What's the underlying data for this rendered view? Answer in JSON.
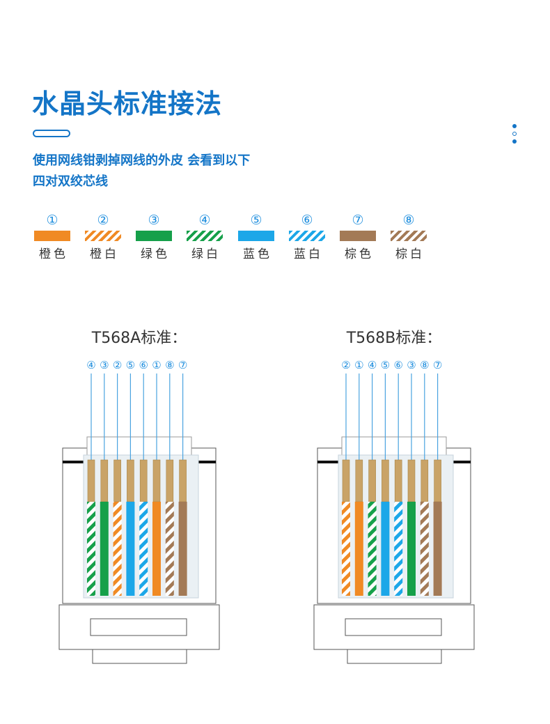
{
  "title": "水晶头标准接法",
  "description": {
    "line1": "使用网线钳剥掉网线的外皮 会看到以下",
    "line2": "四对双绞芯线"
  },
  "wires": [
    {
      "id": 1,
      "num": "①",
      "label": "橙色",
      "color": "#f08a24",
      "striped": false
    },
    {
      "id": 2,
      "num": "②",
      "label": "橙白",
      "color": "#f08a24",
      "striped": true
    },
    {
      "id": 3,
      "num": "③",
      "label": "绿色",
      "color": "#16a04a",
      "striped": false
    },
    {
      "id": 4,
      "num": "④",
      "label": "绿白",
      "color": "#16a04a",
      "striped": true
    },
    {
      "id": 5,
      "num": "⑤",
      "label": "蓝色",
      "color": "#1ca7e8",
      "striped": false
    },
    {
      "id": 6,
      "num": "⑥",
      "label": "蓝白",
      "color": "#1ca7e8",
      "striped": true
    },
    {
      "id": 7,
      "num": "⑦",
      "label": "棕色",
      "color": "#a37a56",
      "striped": false
    },
    {
      "id": 8,
      "num": "⑧",
      "label": "棕白",
      "color": "#a37a56",
      "striped": true
    }
  ],
  "standards": [
    {
      "title": "T568A标准：",
      "order": [
        4,
        3,
        2,
        5,
        6,
        1,
        8,
        7
      ]
    },
    {
      "title": "T568B标准：",
      "order": [
        2,
        1,
        4,
        5,
        6,
        3,
        8,
        7
      ]
    }
  ],
  "colors": {
    "accent": "#1475c7",
    "pin_line": "#4aa3e0",
    "contact": "#c9a367",
    "outline": "#555555"
  }
}
